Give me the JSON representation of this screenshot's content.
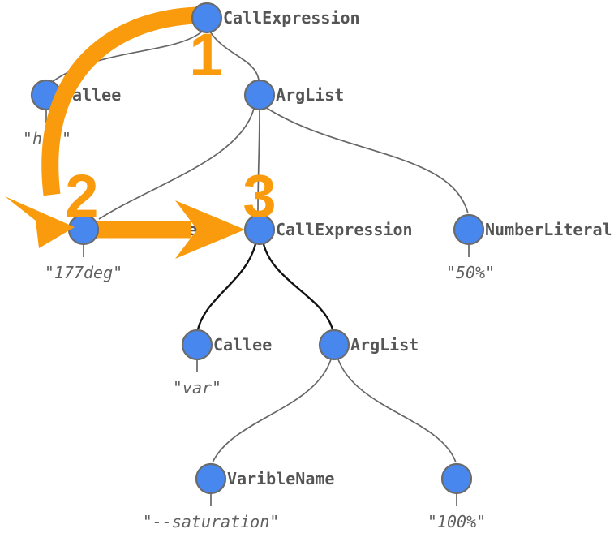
{
  "palette": {
    "node_fill": "#4787ee",
    "node_border": "#6b6b6b",
    "edge_gray": "#666666",
    "edge_black": "#111111",
    "traversal_orange": "#f99b0d",
    "label_gray": "#555555",
    "value_gray": "#606060"
  },
  "steps": [
    {
      "label": "1"
    },
    {
      "label": "2"
    },
    {
      "label": "3"
    }
  ],
  "nodes": {
    "root_call_expression": {
      "label": "CallExpression"
    },
    "callee_hsl": {
      "label": "Callee",
      "value": "\"hsl\""
    },
    "arg_list_outer": {
      "label": "ArgList"
    },
    "number_literal_deg": {
      "label": "NumberLiteral",
      "value": "\"177deg\""
    },
    "call_expression_inner": {
      "label": "CallExpression"
    },
    "number_literal_pct": {
      "label": "NumberLiteral",
      "value": "\"50%\""
    },
    "callee_var": {
      "label": "Callee",
      "value": "\"var\""
    },
    "arg_list_inner": {
      "label": "ArgList"
    },
    "varible_name": {
      "label": "VaribleName",
      "value": "\"--saturation\""
    },
    "leaf_100pct": {
      "value": "\"100%\""
    }
  }
}
